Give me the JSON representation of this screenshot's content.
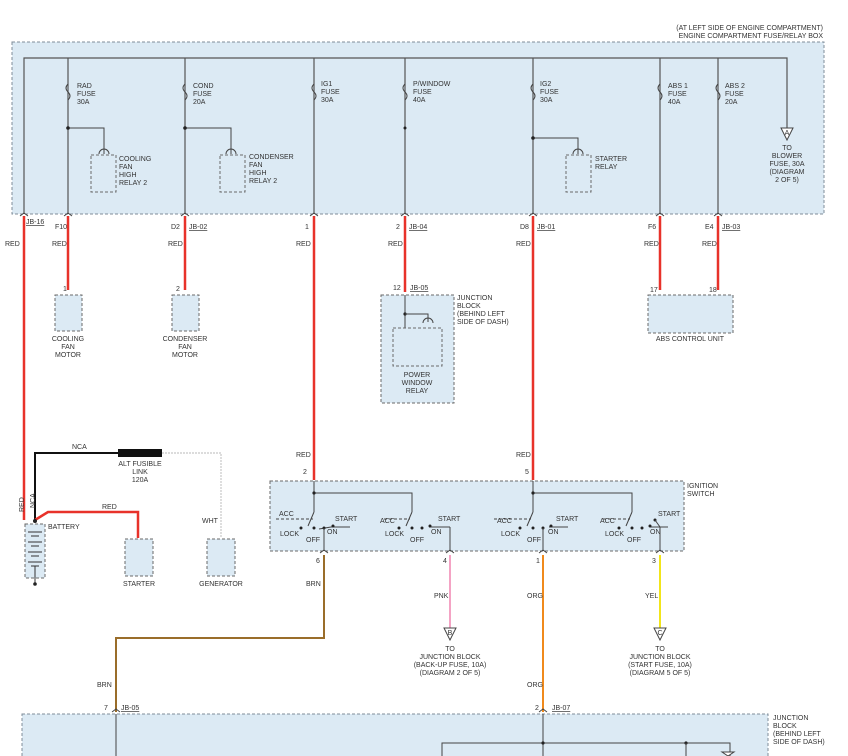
{
  "engine_box": {
    "location": "(AT LEFT SIDE OF ENGINE COMPARTMENT)",
    "title": "ENGINE COMPARTMENT FUSE/RELAY BOX"
  },
  "fuses": [
    {
      "name": "RAD",
      "word": "FUSE",
      "rating": "30A"
    },
    {
      "name": "COND",
      "word": "FUSE",
      "rating": "20A"
    },
    {
      "name": "IG1",
      "word": "FUSE",
      "rating": "30A"
    },
    {
      "name": "P/WINDOW",
      "word": "FUSE",
      "rating": "40A"
    },
    {
      "name": "IG2",
      "word": "FUSE",
      "rating": "30A"
    },
    {
      "name": "ABS 1",
      "word": "FUSE",
      "rating": "40A"
    },
    {
      "name": "ABS 2",
      "word": "FUSE",
      "rating": "20A"
    }
  ],
  "relays": {
    "cooling": [
      "COOLING",
      "FAN",
      "HIGH",
      "RELAY 2"
    ],
    "condenser": [
      "CONDENSER",
      "FAN",
      "HIGH",
      "RELAY 2"
    ],
    "starter": [
      "STARTER",
      "RELAY"
    ]
  },
  "blower_ref": {
    "letter": "A",
    "lines": [
      "TO",
      "BLOWER",
      "FUSE, 30A",
      "(DIAGRAM",
      "2 OF 5)"
    ]
  },
  "connectors": {
    "jb16": "JB-16",
    "jb02": "JB-02",
    "jb04": "JB-04",
    "jb01": "JB-01",
    "jb03": "JB-03",
    "jb05": "JB-05",
    "jb07": "JB-07"
  },
  "pins": {
    "f10": "F10",
    "d2": "D2",
    "p1": "1",
    "p2": "2",
    "d8": "D8",
    "f6": "F6",
    "e4": "E4",
    "cooling_motor": "1",
    "condenser_motor": "2",
    "jb05_pin": "12",
    "abs_17": "17",
    "abs_18": "18",
    "ign_2": "2",
    "ign_5": "5",
    "ign_6": "6",
    "ign_4": "4",
    "ign_1": "1",
    "ign_3": "3",
    "bottom_7": "7",
    "bottom_2": "2"
  },
  "wires": {
    "red": "RED",
    "brn": "BRN",
    "pnk": "PNK",
    "org": "ORG",
    "yel": "YEL",
    "nca": "NCA",
    "wht": "WHT"
  },
  "components": {
    "cooling_motor": [
      "COOLING",
      "FAN",
      "MOTOR"
    ],
    "condenser_motor": [
      "CONDENSER",
      "FAN",
      "MOTOR"
    ],
    "pw_relay": [
      "POWER",
      "WINDOW",
      "RELAY"
    ],
    "abs_unit": "ABS CONTROL UNIT",
    "starter": "STARTER",
    "generator": "GENERATOR",
    "battery": "BATTERY",
    "fusible_link": [
      "ALT FUSIBLE",
      "LINK",
      "120A"
    ]
  },
  "junction_block": [
    "JUNCTION",
    "BLOCK",
    "(BEHIND LEFT",
    "SIDE OF DASH)"
  ],
  "ignition": {
    "title": [
      "IGNITION",
      "SWITCH"
    ],
    "acc": "ACC",
    "lock": "LOCK",
    "off": "OFF",
    "on": "ON",
    "start": "START"
  },
  "refs": {
    "b": {
      "letter": "B",
      "lines": [
        "TO",
        "JUNCTION BLOCK",
        "(BACK-UP FUSE, 10A)",
        "(DIAGRAM 2 OF 5)"
      ]
    },
    "c": {
      "letter": "C",
      "lines": [
        "TO",
        "JUNCTION BLOCK",
        "(START FUSE, 10A)",
        "(DIAGRAM 5 OF 5)"
      ]
    }
  },
  "bottom_junction": [
    "JUNCTION",
    "BLOCK",
    "(BEHIND LEFT",
    "SIDE OF DASH)"
  ]
}
